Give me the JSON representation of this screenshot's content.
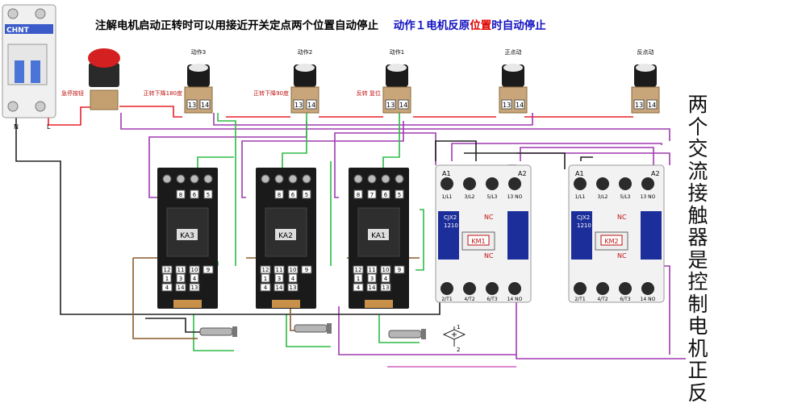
{
  "title": {
    "part1": "注解电机启动正转时可以用接近开关定点两个位置自动停止",
    "part2a": "动作１电机反原",
    "part2b": "位置",
    "part2c": "时自动停止"
  },
  "side_caption": [
    "两",
    "个",
    "交",
    "流",
    "接",
    "触",
    "器",
    "是",
    "控",
    "制",
    "电",
    "机",
    "正",
    "反"
  ],
  "breaker": {
    "brand": "CHNT",
    "label_n": "N",
    "label_l": "L"
  },
  "estop": {
    "label": "急停按钮"
  },
  "buttons": [
    {
      "top": "动作3",
      "side": "正转下降180度",
      "t1": "13",
      "t2": "14"
    },
    {
      "top": "动作2",
      "side": "正转下降90度",
      "t1": "13",
      "t2": "14"
    },
    {
      "top": "动作1",
      "side": "反转 复位",
      "t1": "13",
      "t2": "14"
    },
    {
      "top": "正点动",
      "side": "",
      "t1": "13",
      "t2": "14"
    },
    {
      "top": "反点动",
      "side": "",
      "t1": "13",
      "t2": "14"
    }
  ],
  "relays": [
    {
      "name": "KA3",
      "top": [
        "8",
        "6",
        "5"
      ],
      "mid": [
        "1",
        "3",
        "4"
      ],
      "b1": [
        "12",
        "11",
        "10",
        "9"
      ],
      "b2": [
        "4",
        "14",
        "13"
      ]
    },
    {
      "name": "KA2",
      "top": [
        "8",
        "6",
        "5"
      ],
      "mid": [
        "1",
        "3",
        "4"
      ],
      "b1": [
        "12",
        "11",
        "10",
        "9"
      ],
      "b2": [
        "4",
        "14",
        "13"
      ]
    },
    {
      "name": "KA1",
      "top": [
        "8",
        "7",
        "6",
        "5"
      ],
      "mid": [
        "1",
        "3",
        "4"
      ],
      "b1": [
        "12",
        "11",
        "10",
        "9"
      ],
      "b2": [
        "4",
        "14",
        "13"
      ]
    }
  ],
  "contactors": [
    {
      "name": "KM1",
      "model": "CJX2\n1210",
      "a1": "A1",
      "a2": "A2",
      "nc": "NC",
      "top": [
        "1/L1",
        "3/L2",
        "5/L3",
        "13 NO"
      ],
      "bottom": [
        "2/T1",
        "4/T2",
        "6/T3",
        "14 NO"
      ]
    },
    {
      "name": "KM2",
      "model": "CJX2\n1210",
      "a1": "A1",
      "a2": "A2",
      "nc": "NC",
      "top": [
        "1/L1",
        "3/L2",
        "5/L3",
        "13 NO"
      ],
      "bottom": [
        "2/T1",
        "4/T2",
        "6/T3",
        "14 NO"
      ]
    }
  ],
  "sensor_symbol": {
    "l1": "1",
    "l2": "2"
  },
  "colors": {
    "red_wire": "#e8202a",
    "purple_wire": "#a03ab0",
    "green_wire": "#2dbb45",
    "black_wire": "#222222",
    "brown_wire": "#8a5a2a",
    "pink_wire": "#d060c0",
    "relay_body": "#1a1a1a",
    "contactor_blue": "#1c2e9a",
    "title_blue": "#1010c0",
    "title_red": "#e00000"
  }
}
